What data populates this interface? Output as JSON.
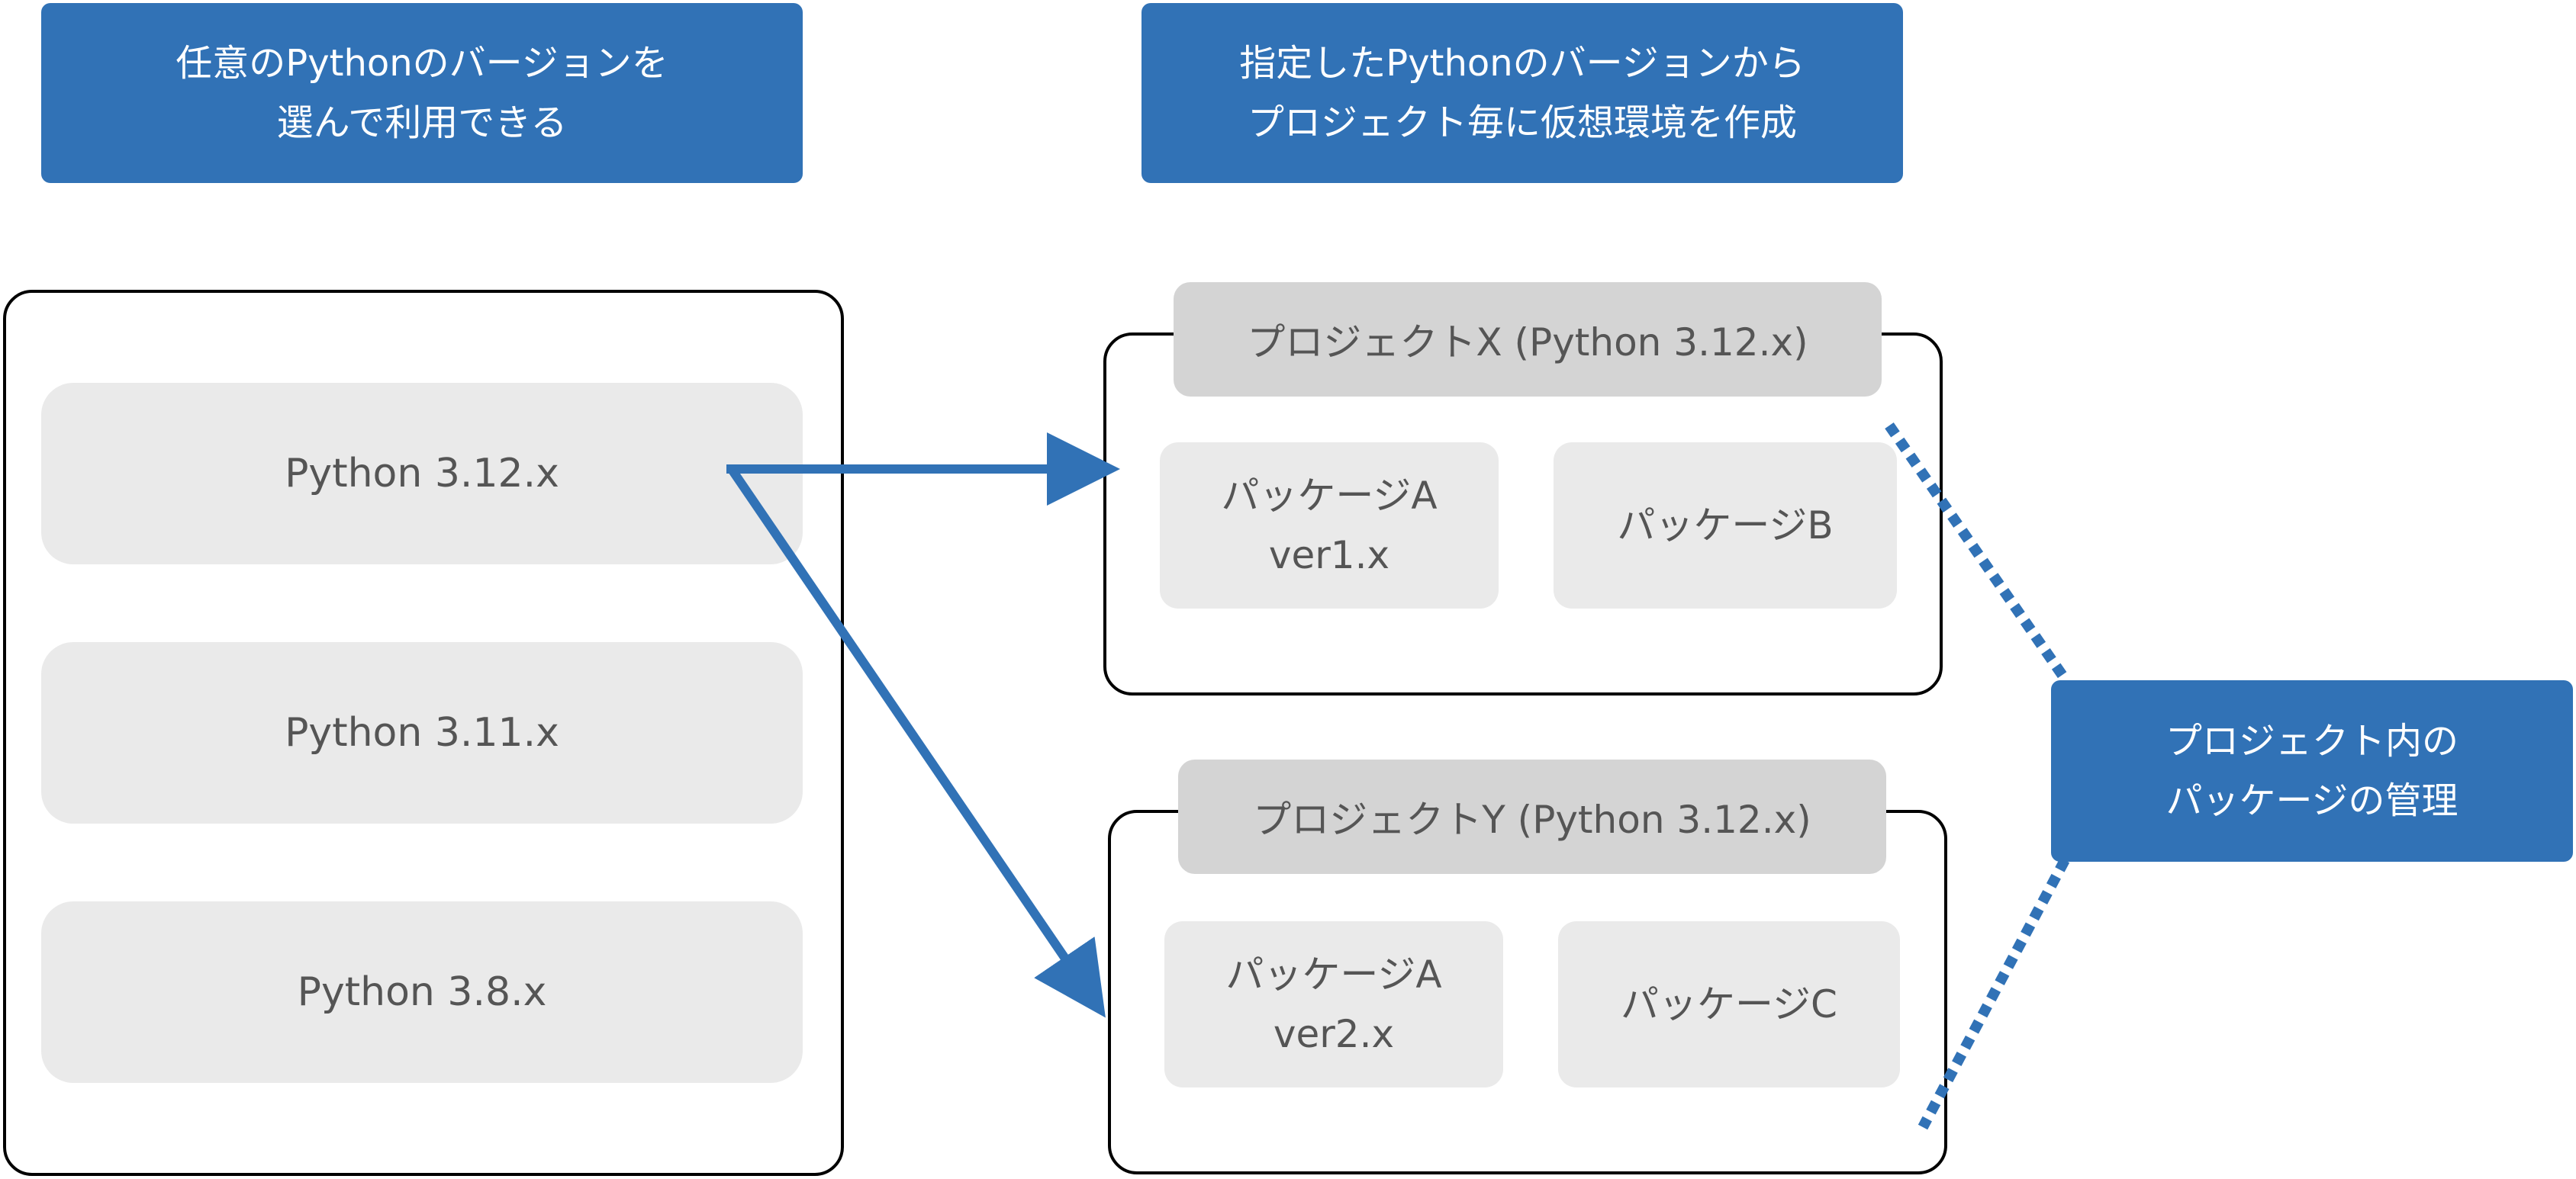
{
  "banners": {
    "left": "任意のPythonのバージョンを\n選んで利用できる",
    "center": "指定したPythonのバージョンから\nプロジェクト毎に仮想環境を作成",
    "right": "プロジェクト内の\nパッケージの管理"
  },
  "python_versions": [
    "Python 3.12.x",
    "Python 3.11.x",
    "Python 3.8.x"
  ],
  "projects": [
    {
      "title": "プロジェクトX (Python 3.12.x)",
      "packages": [
        "パッケージA\nver1.x",
        "パッケージB"
      ]
    },
    {
      "title": "プロジェクトY (Python 3.12.x)",
      "packages": [
        "パッケージA\nver2.x",
        "パッケージC"
      ]
    }
  ],
  "colors": {
    "accent": "#3172b6",
    "box": "#eaeaea",
    "title_box": "#d4d4d4",
    "text": "#555555"
  }
}
